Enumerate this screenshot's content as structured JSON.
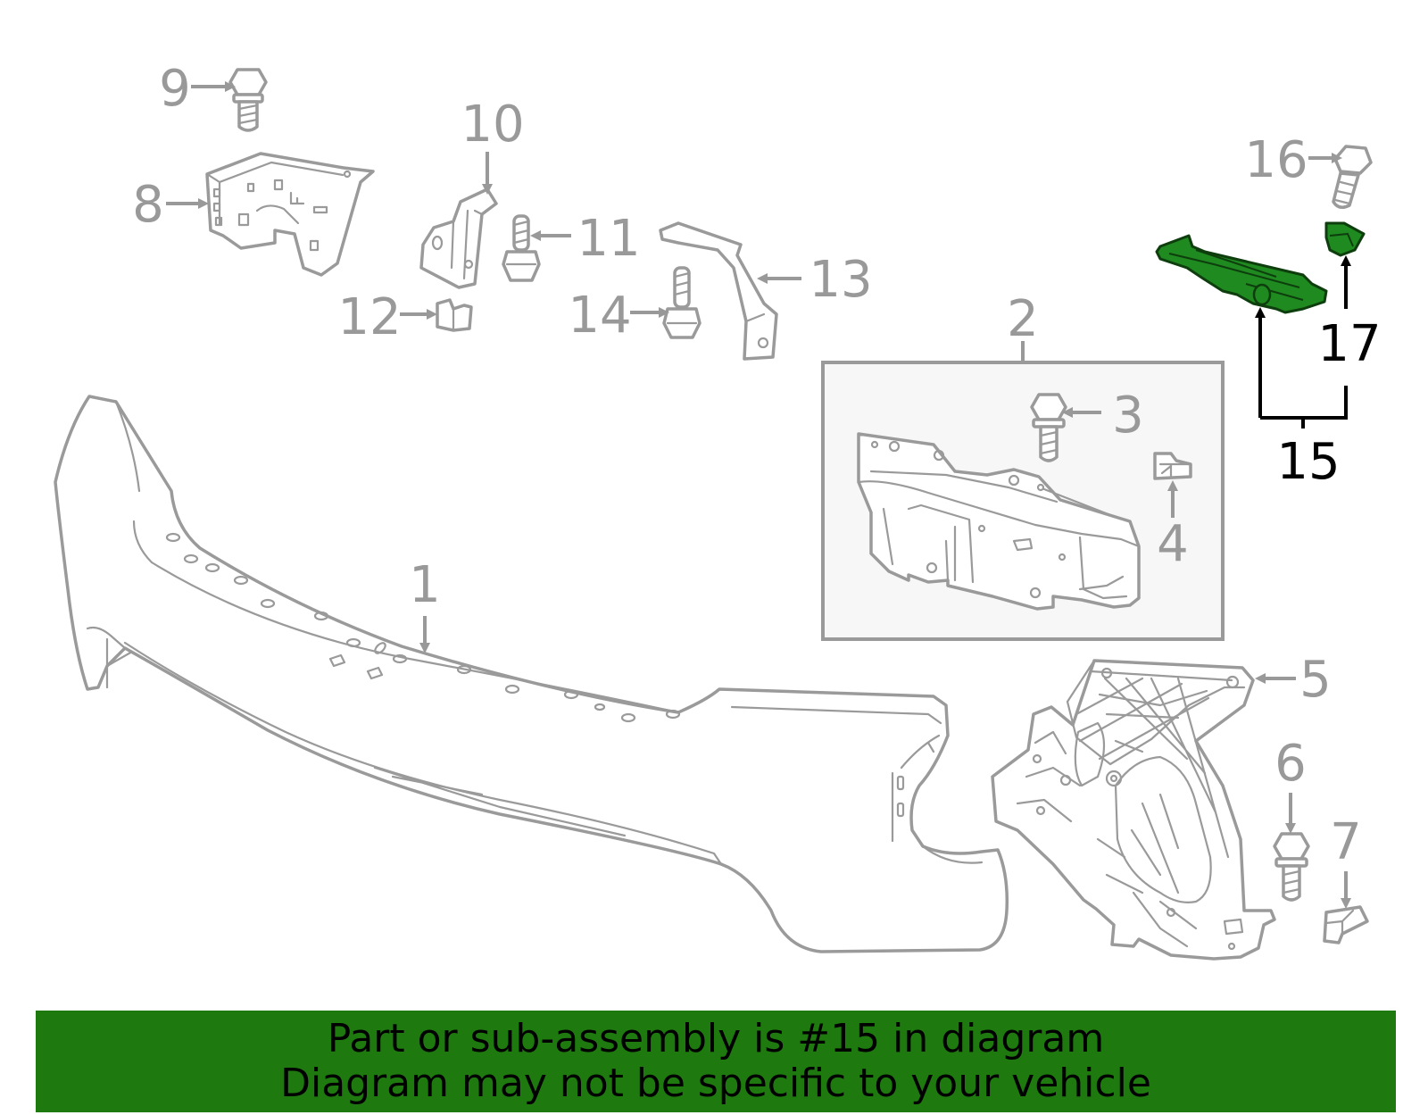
{
  "callouts": {
    "c1": "1",
    "c2": "2",
    "c3": "3",
    "c4": "4",
    "c5": "5",
    "c6": "6",
    "c7": "7",
    "c8": "8",
    "c9": "9",
    "c10": "10",
    "c11": "11",
    "c12": "12",
    "c13": "13",
    "c14": "14",
    "c15": "15",
    "c16": "16",
    "c17": "17"
  },
  "highlight": {
    "part_number": "15",
    "color": "#1f8a1f"
  },
  "banner": {
    "line1": "Part or sub-assembly is #15 in diagram",
    "line2": "Diagram may not be specific to your vehicle",
    "color": "#1e7a0f"
  }
}
